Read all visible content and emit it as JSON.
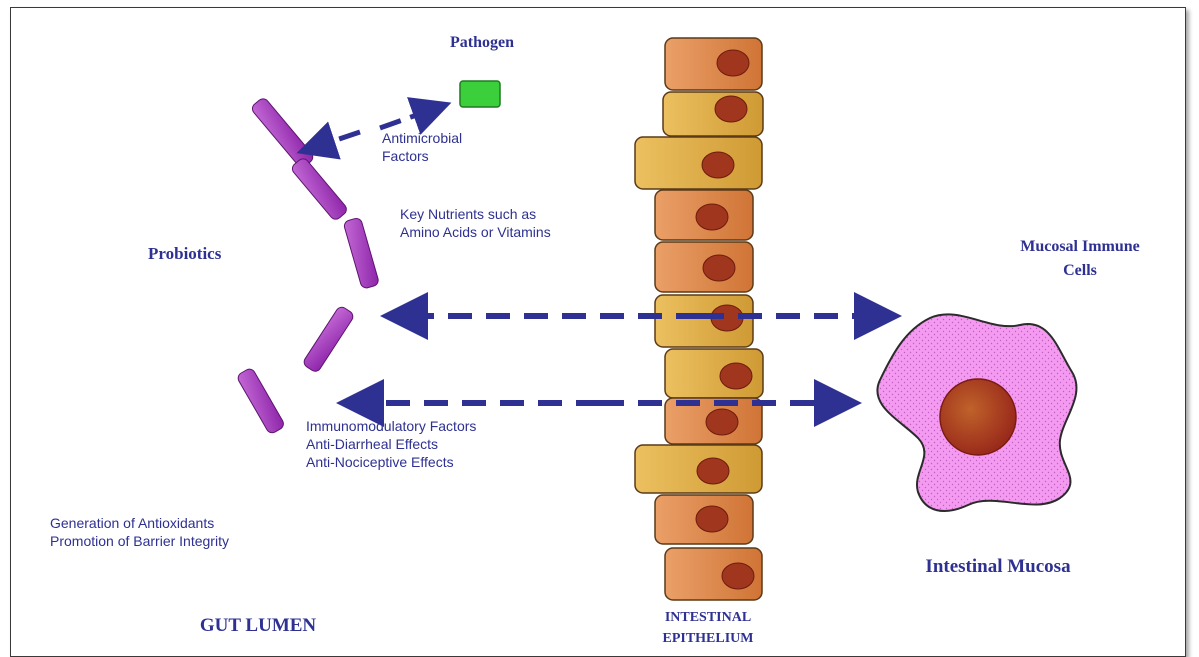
{
  "labels": {
    "pathogen": "Pathogen",
    "antimicrobial_1": "Antimicrobial",
    "antimicrobial_2": "Factors",
    "nutrients_1": "Key Nutrients such as",
    "nutrients_2": "Amino Acids or Vitamins",
    "probiotics": "Probiotics",
    "mucosal_1": "Mucosal Immune",
    "mucosal_2": "Cells",
    "immuno_1": "Immunomodulatory Factors",
    "immuno_2": "Anti-Diarrheal Effects",
    "immuno_3": "Anti-Nociceptive Effects",
    "antiox_1": "Generation of Antioxidants",
    "antiox_2": "Promotion of Barrier Integrity",
    "gut_lumen": "GUT LUMEN",
    "epithelium_1": "INTESTINAL",
    "epithelium_2": "EPITHELIUM",
    "intestinal_mucosa": "Intestinal Mucosa"
  },
  "colors": {
    "text": "#2e3192",
    "arrow": "#2e3192",
    "probiotic": "#a43bbf",
    "pathogen": "#2fbf2f",
    "cell_orange": "#de8a50",
    "cell_tan": "#dcaa48",
    "nucleus": "#a0361e",
    "immune_cell": "#f49af0"
  }
}
